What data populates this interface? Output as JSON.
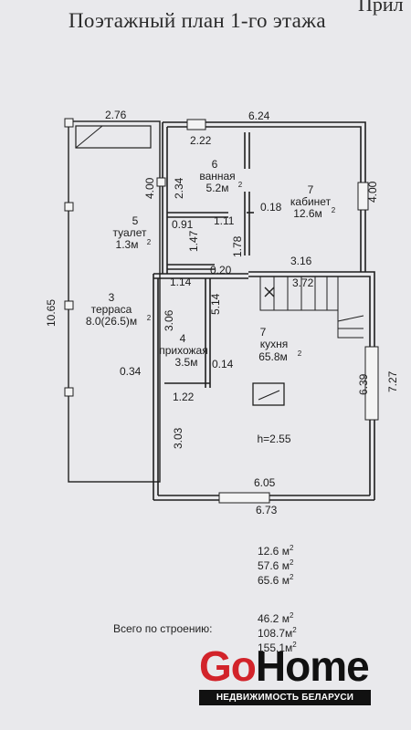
{
  "header": {
    "title": "Поэтажный план 1-го этажа",
    "corner_text": "Прил"
  },
  "rooms": {
    "bath_num": "6",
    "bath_name": "ванная",
    "bath_area": "5.2м",
    "office_num": "7",
    "office_name": "кабинет",
    "office_area": "12.6м",
    "wc_num": "5",
    "wc_name": "туалет",
    "wc_area": "1.3м",
    "terrace_num": "3",
    "terrace_name": "терраса",
    "terrace_area": "8.0(26.5)м",
    "hall_num": "4",
    "hall_name": "прихожая",
    "hall_area": "3.5м",
    "kitchen_num": "7",
    "kitchen_name": "кухня",
    "kitchen_area": "65.8м",
    "height": "h=2.55",
    "superscript": "2"
  },
  "dimensions": {
    "d_276": "2.76",
    "d_624": "6.24",
    "d_222": "2.22",
    "d_400_left": "4.00",
    "d_234": "2.34",
    "d_400_right": "4.00",
    "d_091": "0.91",
    "d_111": "1.11",
    "d_018": "0.18",
    "d_147": "1.47",
    "d_178": "1.78",
    "d_316": "3.16",
    "d_020": "0.20",
    "d_114": "1.14",
    "d_372": "3.72",
    "d_1065": "10.65",
    "d_514": "5.14",
    "d_306": "3.06",
    "d_034": "0.34",
    "d_014": "0.14",
    "d_122": "1.22",
    "d_639": "6.39",
    "d_727": "7.27",
    "d_303": "3.03",
    "d_605": "6.05",
    "d_673": "6.73"
  },
  "areas": {
    "rows1": [
      "12.6 м",
      "57.6 м",
      "65.6 м"
    ],
    "total_label": "Всего по строению:",
    "rows2": [
      "46.2 м",
      "108.7м",
      "155.1м"
    ],
    "superscript": "2"
  },
  "logo": {
    "go": "Go",
    "home": "Home",
    "tagline": "НЕДВИЖИМОСТЬ БЕЛАРУСИ"
  },
  "colors": {
    "paper": "#e9e9ec",
    "ink": "#1c1c1c",
    "brand_red": "#d2232a"
  }
}
